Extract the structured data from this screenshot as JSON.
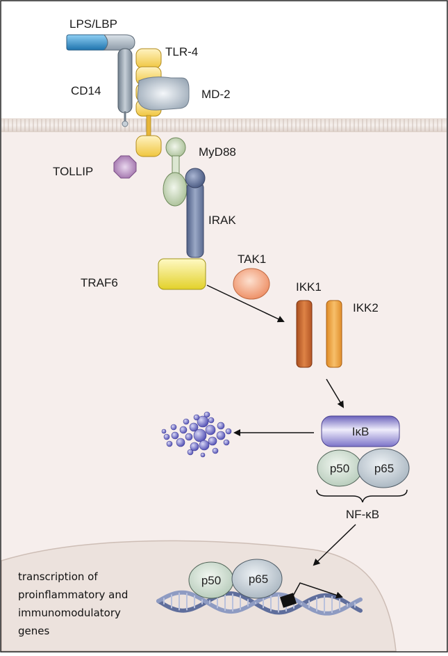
{
  "labels": {
    "lps_lbp": "LPS/LBP",
    "tlr4": "TLR-4",
    "cd14": "CD14",
    "md2": "MD-2",
    "myd88": "MyD88",
    "tollip": "TOLLIP",
    "irak": "IRAK",
    "tak1": "TAK1",
    "traf6": "TRAF6",
    "ikk1": "IKK1",
    "ikk2": "IKK2",
    "ikb": "IκB",
    "p50": "p50",
    "p65": "p65",
    "nfkb": "NF-κB",
    "nuc_p50": "p50",
    "nuc_p65": "p65"
  },
  "transcription_note": [
    "transcription of",
    "proinflammatory and",
    "immunomodulatory",
    "genes"
  ],
  "colors": {
    "cytoplasm": "#f6eeec",
    "nucleus": "#ece2dd",
    "membrane": "#d9cbc4",
    "tlr4": "#f3cf55",
    "cd14": "#8d9aa7",
    "md2": "#b9c4cf",
    "lps": "#3f93c9",
    "tollip": "#a67bb0",
    "myd88": "#c8d6ba",
    "irak": "#6f7fa3",
    "traf6": "#ead937",
    "tak1": "#f2a57f",
    "ikk1": "#c5642b",
    "ikk2": "#eb9a3a",
    "ikb": "#7a72c4",
    "p50_p65": "#b7c4c9",
    "dna": "#6f7da8",
    "fragments": "#6c6ac4"
  }
}
